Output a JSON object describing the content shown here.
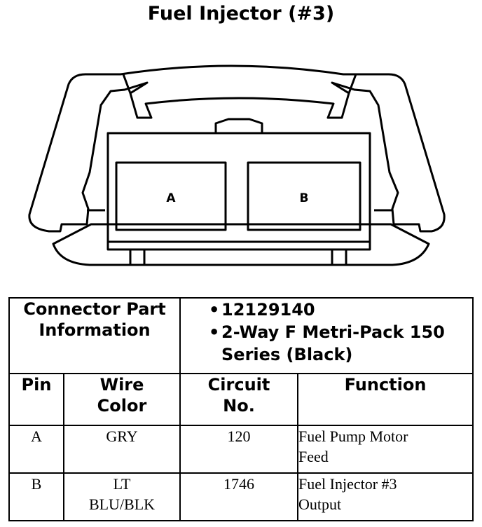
{
  "title": "Fuel Injector (#3)",
  "diagram": {
    "pins": [
      "A",
      "B"
    ]
  },
  "table": {
    "part_label_line1": "Connector Part",
    "part_label_line2": "Information",
    "part_info": [
      "12129140",
      "2-Way F Metri-Pack 150 Series (Black)"
    ],
    "headers": {
      "pin": "Pin",
      "wire_color_line1": "Wire",
      "wire_color_line2": "Color",
      "circuit_line1": "Circuit",
      "circuit_line2": "No.",
      "function": "Function"
    },
    "rows": [
      {
        "pin": "A",
        "color_line1": "GRY",
        "color_line2": "",
        "circuit": "120",
        "function_line1": "Fuel Pump Motor",
        "function_line2": "Feed"
      },
      {
        "pin": "B",
        "color_line1": "LT",
        "color_line2": "BLU/BLK",
        "circuit": "1746",
        "function_line1": "Fuel Injector #3",
        "function_line2": "Output"
      }
    ]
  }
}
